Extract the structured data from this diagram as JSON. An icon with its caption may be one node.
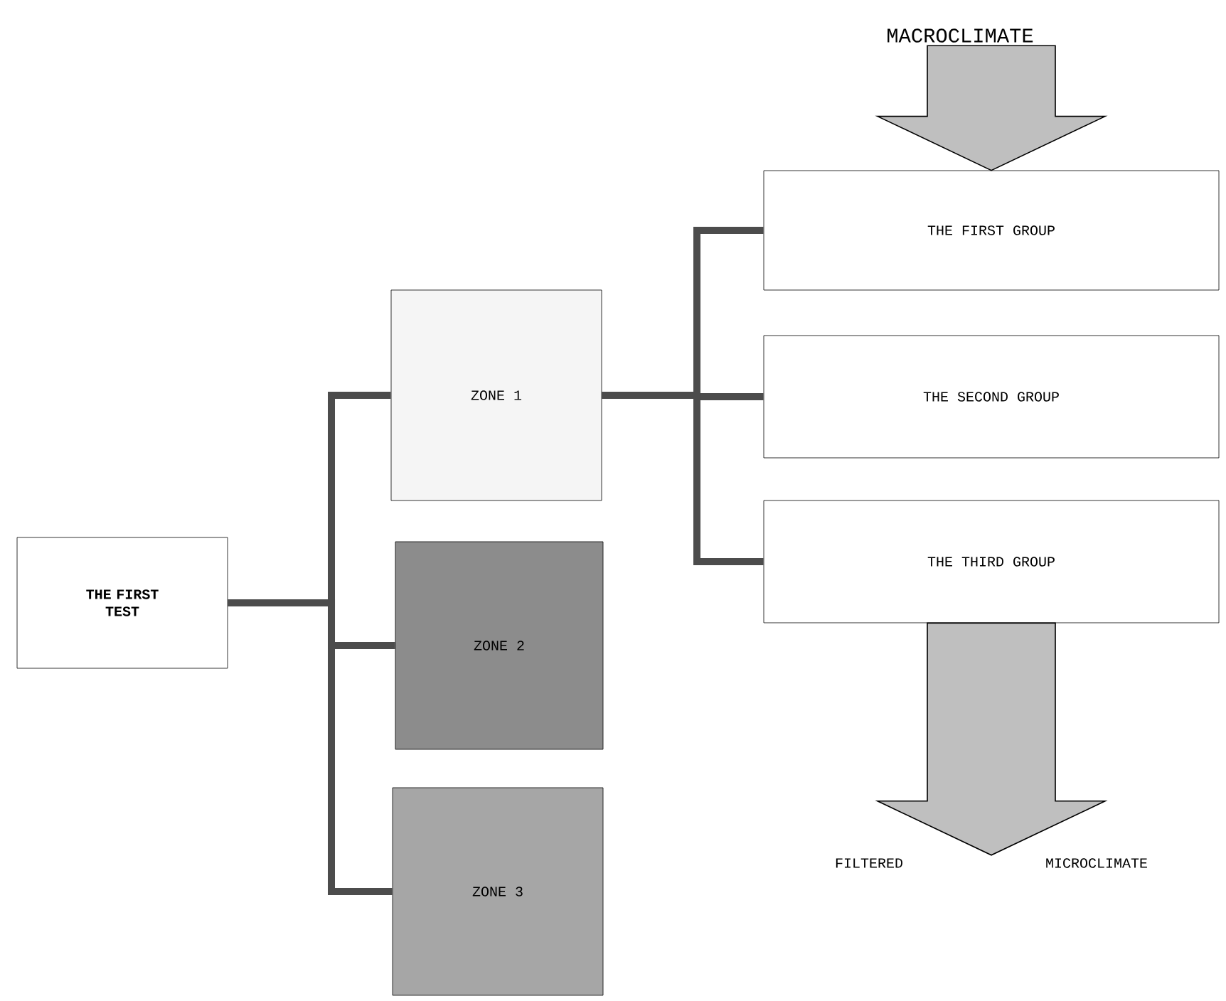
{
  "diagram": {
    "nodes": [
      {
        "text": [
          "THE FIRST TEST"
        ]
      },
      {
        "text": [
          "ZONE 1"
        ]
      },
      {
        "text": [
          "ZONE 2"
        ]
      },
      {
        "text": [
          "ZONE 3"
        ]
      },
      {
        "text": [
          "THE FIRST GROUP"
        ]
      },
      {
        "text": [
          "THE SECOND GROUP"
        ]
      },
      {
        "text": [
          "THE THIRD GROUP"
        ]
      },
      {
        "text": [
          "MACROCLIMATE"
        ]
      },
      {
        "text": [
          "FILTERED",
          "MICROCLIMATE"
        ]
      }
    ],
    "edges": [
      {
        "from": 0,
        "to": 1,
        "arrow": "none"
      },
      {
        "from": 0,
        "to": 2,
        "arrow": "none"
      },
      {
        "from": 0,
        "to": 3,
        "arrow": "none"
      },
      {
        "from": 1,
        "to": 4,
        "arrow": "none"
      },
      {
        "from": 1,
        "to": 5,
        "arrow": "none"
      },
      {
        "from": 1,
        "to": 6,
        "arrow": "none"
      },
      {
        "from": 7,
        "to": 4,
        "arrow": "to",
        "style": "thick"
      },
      {
        "from": 6,
        "to": 8,
        "arrow": "to",
        "style": "thick"
      }
    ]
  }
}
